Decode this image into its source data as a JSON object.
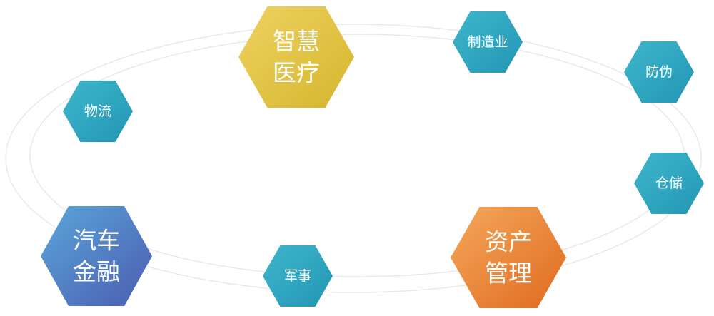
{
  "diagram": {
    "nodes": [
      {
        "id": "smart-medical",
        "lines": [
          "智慧",
          "医疗"
        ],
        "size": "big",
        "fill": "gold"
      },
      {
        "id": "manufacturing",
        "lines": [
          "制造业"
        ],
        "size": "small",
        "fill": "teal"
      },
      {
        "id": "anti-counterfeit",
        "lines": [
          "防伪"
        ],
        "size": "small",
        "fill": "teal"
      },
      {
        "id": "logistics",
        "lines": [
          "物流"
        ],
        "size": "small",
        "fill": "teal"
      },
      {
        "id": "warehousing",
        "lines": [
          "仓储"
        ],
        "size": "small",
        "fill": "teal"
      },
      {
        "id": "auto-finance",
        "lines": [
          "汽车",
          "金融"
        ],
        "size": "big",
        "fill": "blue"
      },
      {
        "id": "military",
        "lines": [
          "军事"
        ],
        "size": "small",
        "fill": "teal"
      },
      {
        "id": "asset-management",
        "lines": [
          "资产",
          "管理"
        ],
        "size": "big",
        "fill": "orange"
      }
    ],
    "colors": {
      "teal": [
        "#3fb6cc",
        "#2296b4"
      ],
      "gold": [
        "#eed261",
        "#d6b52c"
      ],
      "blue": [
        "#5ba6da",
        "#4a5cb0"
      ],
      "orange": [
        "#f4a85c",
        "#e06a1e"
      ],
      "ring": "#e6e8ea"
    }
  }
}
